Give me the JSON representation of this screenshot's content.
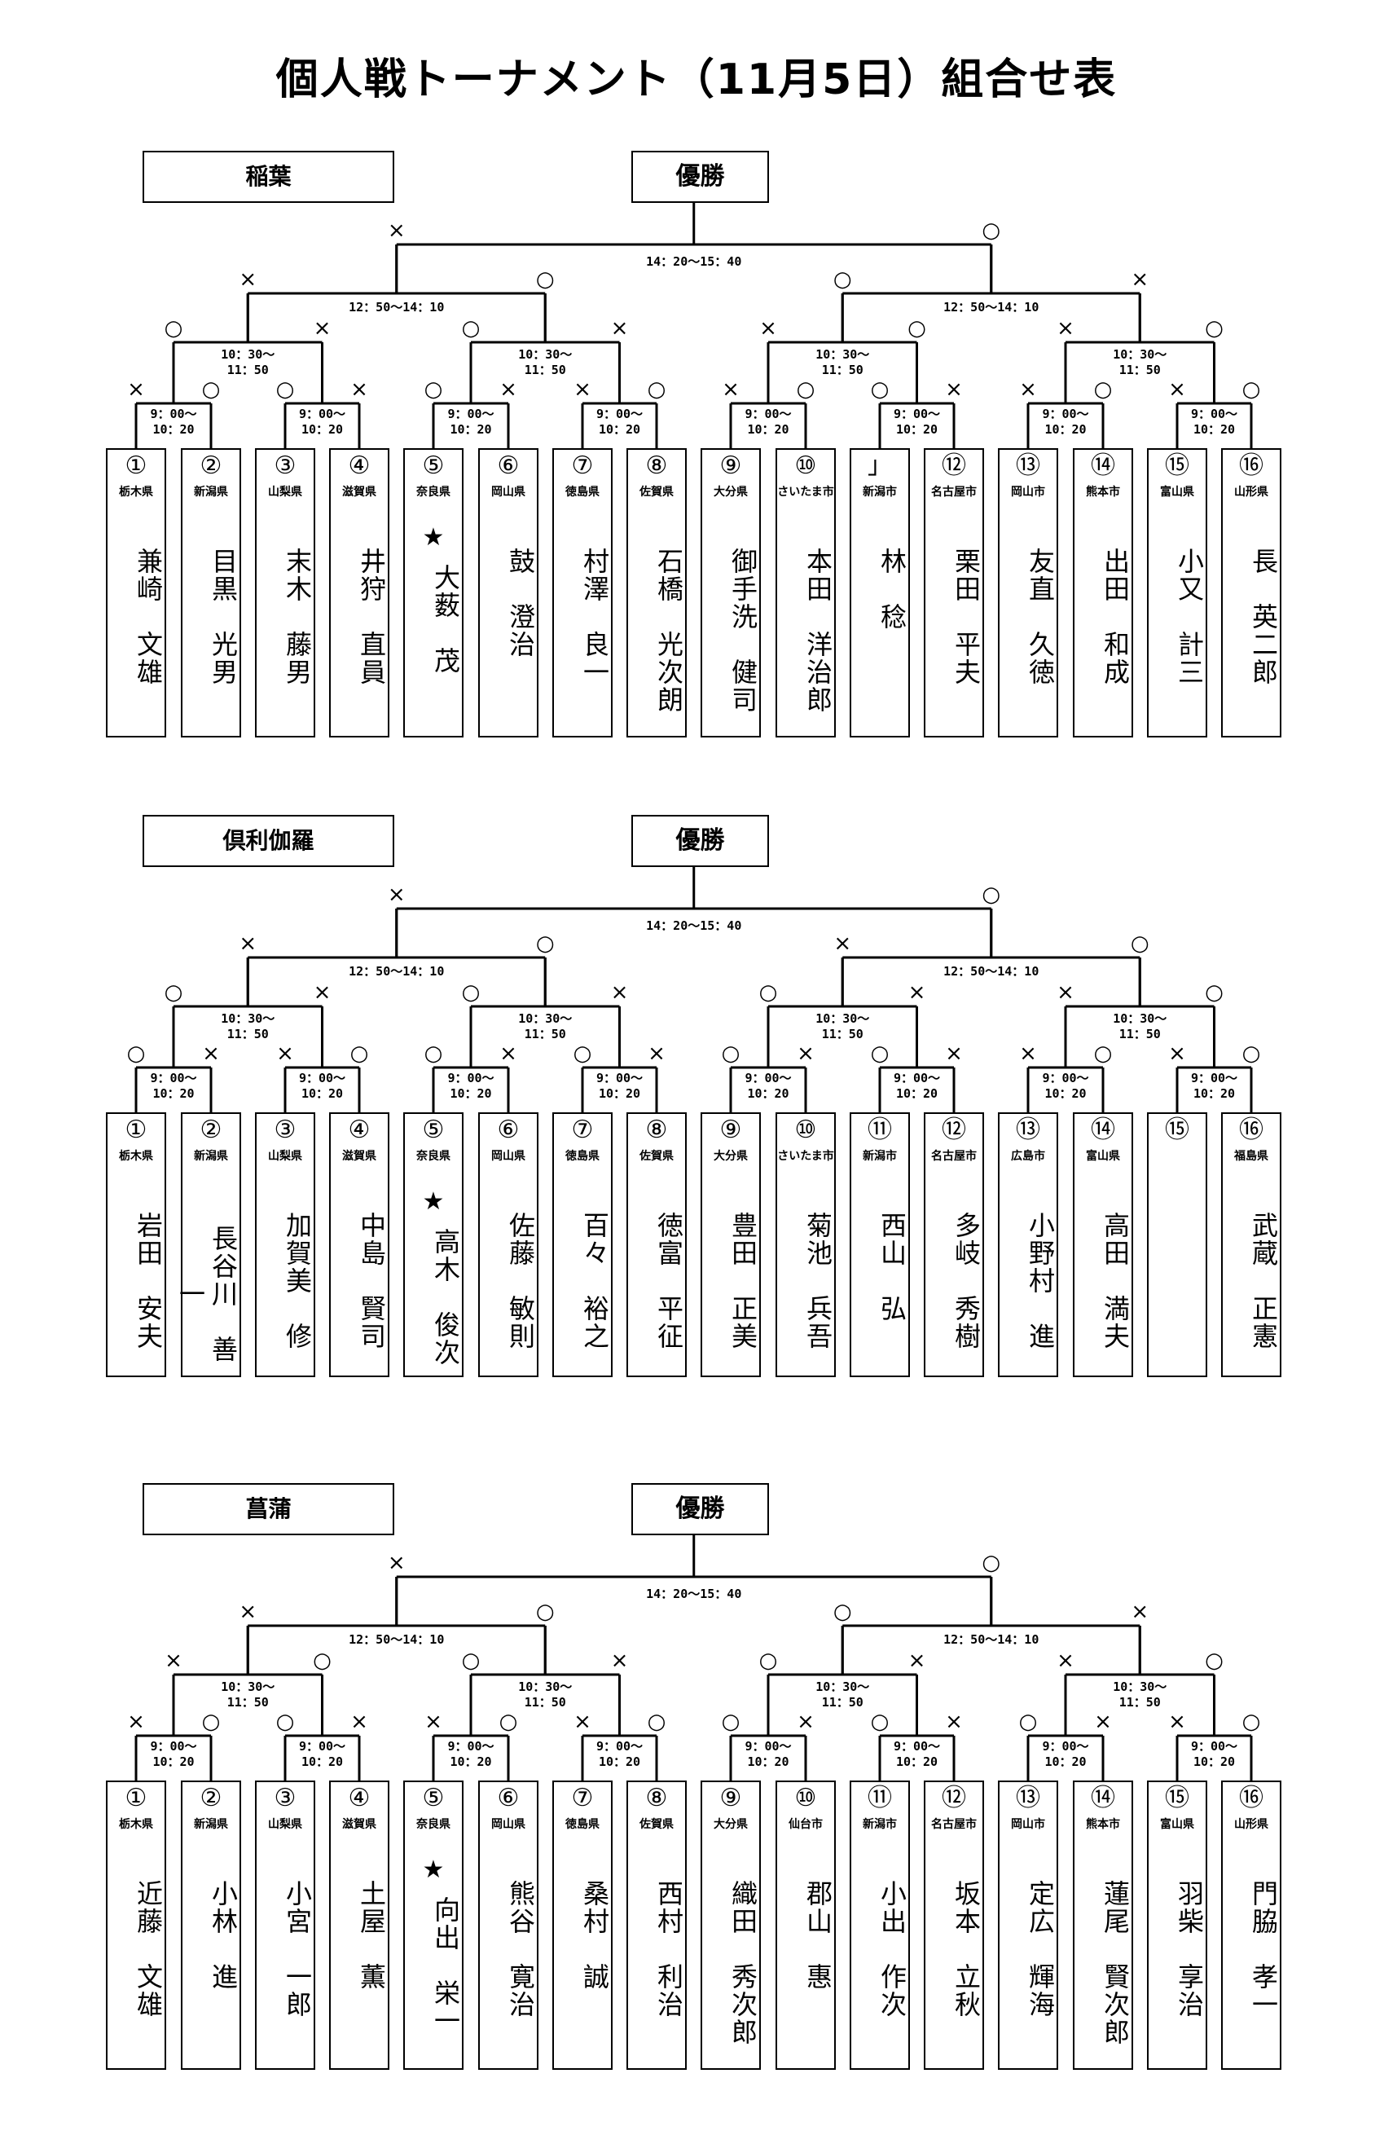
{
  "title": "個人戦トーナメント（11月5日）組合せ表",
  "champion_label": "優勝",
  "times": {
    "final": "14：20〜15：40",
    "semi": "12：50〜14：10",
    "quarter": "10：30〜\n11：50",
    "first": "9：00〜\n10：20"
  },
  "icons": {
    "win": "○",
    "loss": "×",
    "seed": "★"
  },
  "sections": [
    {
      "label": "稲葉",
      "players": [
        {
          "num": "①",
          "pref": "栃木県",
          "name": "兼崎　文雄"
        },
        {
          "num": "②",
          "pref": "新潟県",
          "name": "目黒　光男"
        },
        {
          "num": "③",
          "pref": "山梨県",
          "name": "末木　藤男"
        },
        {
          "num": "④",
          "pref": "滋賀県",
          "name": "井狩　直員"
        },
        {
          "num": "⑤",
          "pref": "奈良県",
          "name": "大薮　茂",
          "star": true
        },
        {
          "num": "⑥",
          "pref": "岡山県",
          "name": "鼓　澄治"
        },
        {
          "num": "⑦",
          "pref": "徳島県",
          "name": "村澤　良一"
        },
        {
          "num": "⑧",
          "pref": "佐賀県",
          "name": "石橋　光次朗"
        },
        {
          "num": "⑨",
          "pref": "大分県",
          "name": "御手洗　健司"
        },
        {
          "num": "⑩",
          "pref": "さいたま市",
          "name": "本田　洋治郎"
        },
        {
          "num": "」",
          "pref": "新潟市",
          "name": "林　稔"
        },
        {
          "num": "⑫",
          "pref": "名古屋市",
          "name": "栗田　平夫"
        },
        {
          "num": "⑬",
          "pref": "岡山市",
          "name": "友直　久徳"
        },
        {
          "num": "⑭",
          "pref": "熊本市",
          "name": "出田　和成"
        },
        {
          "num": "⑮",
          "pref": "富山県",
          "name": "小又　計三"
        },
        {
          "num": "⑯",
          "pref": "山形県",
          "name": "長　英二郎"
        }
      ],
      "r1": [
        [
          "×",
          "○"
        ],
        [
          "○",
          "×"
        ],
        [
          "○",
          "×"
        ],
        [
          "×",
          "○"
        ],
        [
          "×",
          "○"
        ],
        [
          "○",
          "×"
        ],
        [
          "×",
          "○"
        ],
        [
          "×",
          "○"
        ]
      ],
      "r2": [
        [
          "○",
          "×"
        ],
        [
          "○",
          "×"
        ],
        [
          "×",
          "○"
        ],
        [
          "×",
          "○"
        ]
      ],
      "r3": [
        [
          "×",
          "○"
        ],
        [
          "○",
          "×"
        ]
      ],
      "final": [
        "×",
        "○"
      ]
    },
    {
      "label": "倶利伽羅",
      "players": [
        {
          "num": "①",
          "pref": "栃木県",
          "name": "岩田　安夫"
        },
        {
          "num": "②",
          "pref": "新潟県",
          "name": "長谷川　善一"
        },
        {
          "num": "③",
          "pref": "山梨県",
          "name": "加賀美　修"
        },
        {
          "num": "④",
          "pref": "滋賀県",
          "name": "中島　賢司"
        },
        {
          "num": "⑤",
          "pref": "奈良県",
          "name": "高木　俊次",
          "star": true
        },
        {
          "num": "⑥",
          "pref": "岡山県",
          "name": "佐藤　敏則"
        },
        {
          "num": "⑦",
          "pref": "徳島県",
          "name": "百々　裕之"
        },
        {
          "num": "⑧",
          "pref": "佐賀県",
          "name": "徳富　平征"
        },
        {
          "num": "⑨",
          "pref": "大分県",
          "name": "豊田　正美"
        },
        {
          "num": "⑩",
          "pref": "さいたま市",
          "name": "菊池　兵吾"
        },
        {
          "num": "⑪",
          "pref": "新潟市",
          "name": "西山　弘"
        },
        {
          "num": "⑫",
          "pref": "名古屋市",
          "name": "多岐　秀樹"
        },
        {
          "num": "⑬",
          "pref": "広島市",
          "name": "小野村　進"
        },
        {
          "num": "⑭",
          "pref": "富山県",
          "name": "高田　満夫"
        },
        {
          "num": "⑮",
          "pref": "",
          "name": ""
        },
        {
          "num": "⑯",
          "pref": "福島県",
          "name": "武蔵　正憲"
        }
      ],
      "r1": [
        [
          "○",
          "×"
        ],
        [
          "×",
          "○"
        ],
        [
          "○",
          "×"
        ],
        [
          "○",
          "×"
        ],
        [
          "○",
          "×"
        ],
        [
          "○",
          "×"
        ],
        [
          "×",
          "○"
        ],
        [
          "×",
          "○"
        ]
      ],
      "r2": [
        [
          "○",
          "×"
        ],
        [
          "○",
          "×"
        ],
        [
          "○",
          "×"
        ],
        [
          "×",
          "○"
        ]
      ],
      "r3": [
        [
          "×",
          "○"
        ],
        [
          "×",
          "○"
        ]
      ],
      "final": [
        "×",
        "○"
      ]
    },
    {
      "label": "菖蒲",
      "players": [
        {
          "num": "①",
          "pref": "栃木県",
          "name": "近藤　文雄"
        },
        {
          "num": "②",
          "pref": "新潟県",
          "name": "小林　進"
        },
        {
          "num": "③",
          "pref": "山梨県",
          "name": "小宮　一郎"
        },
        {
          "num": "④",
          "pref": "滋賀県",
          "name": "土屋　薫"
        },
        {
          "num": "⑤",
          "pref": "奈良県",
          "name": "向出　栄一",
          "star": true
        },
        {
          "num": "⑥",
          "pref": "岡山県",
          "name": "熊谷　寛治"
        },
        {
          "num": "⑦",
          "pref": "徳島県",
          "name": "桑村　誠"
        },
        {
          "num": "⑧",
          "pref": "佐賀県",
          "name": "西村　利治"
        },
        {
          "num": "⑨",
          "pref": "大分県",
          "name": "織田　秀次郎"
        },
        {
          "num": "⑩",
          "pref": "仙台市",
          "name": "郡山　惠"
        },
        {
          "num": "⑪",
          "pref": "新潟市",
          "name": "小出　作次"
        },
        {
          "num": "⑫",
          "pref": "名古屋市",
          "name": "坂本　立秋"
        },
        {
          "num": "⑬",
          "pref": "岡山市",
          "name": "定広　輝海"
        },
        {
          "num": "⑭",
          "pref": "熊本市",
          "name": "蓮尾　賢次郎"
        },
        {
          "num": "⑮",
          "pref": "富山県",
          "name": "羽柴　享治"
        },
        {
          "num": "⑯",
          "pref": "山形県",
          "name": "門脇　孝一"
        }
      ],
      "r1": [
        [
          "×",
          "○"
        ],
        [
          "○",
          "×"
        ],
        [
          "×",
          "○"
        ],
        [
          "×",
          "○"
        ],
        [
          "○",
          "×"
        ],
        [
          "○",
          "×"
        ],
        [
          "○",
          "×"
        ],
        [
          "×",
          "○"
        ]
      ],
      "r2": [
        [
          "×",
          "○"
        ],
        [
          "○",
          "×"
        ],
        [
          "○",
          "×"
        ],
        [
          "×",
          "○"
        ]
      ],
      "r3": [
        [
          "×",
          "○"
        ],
        [
          "○",
          "×"
        ]
      ],
      "final": [
        "×",
        "○"
      ]
    }
  ]
}
